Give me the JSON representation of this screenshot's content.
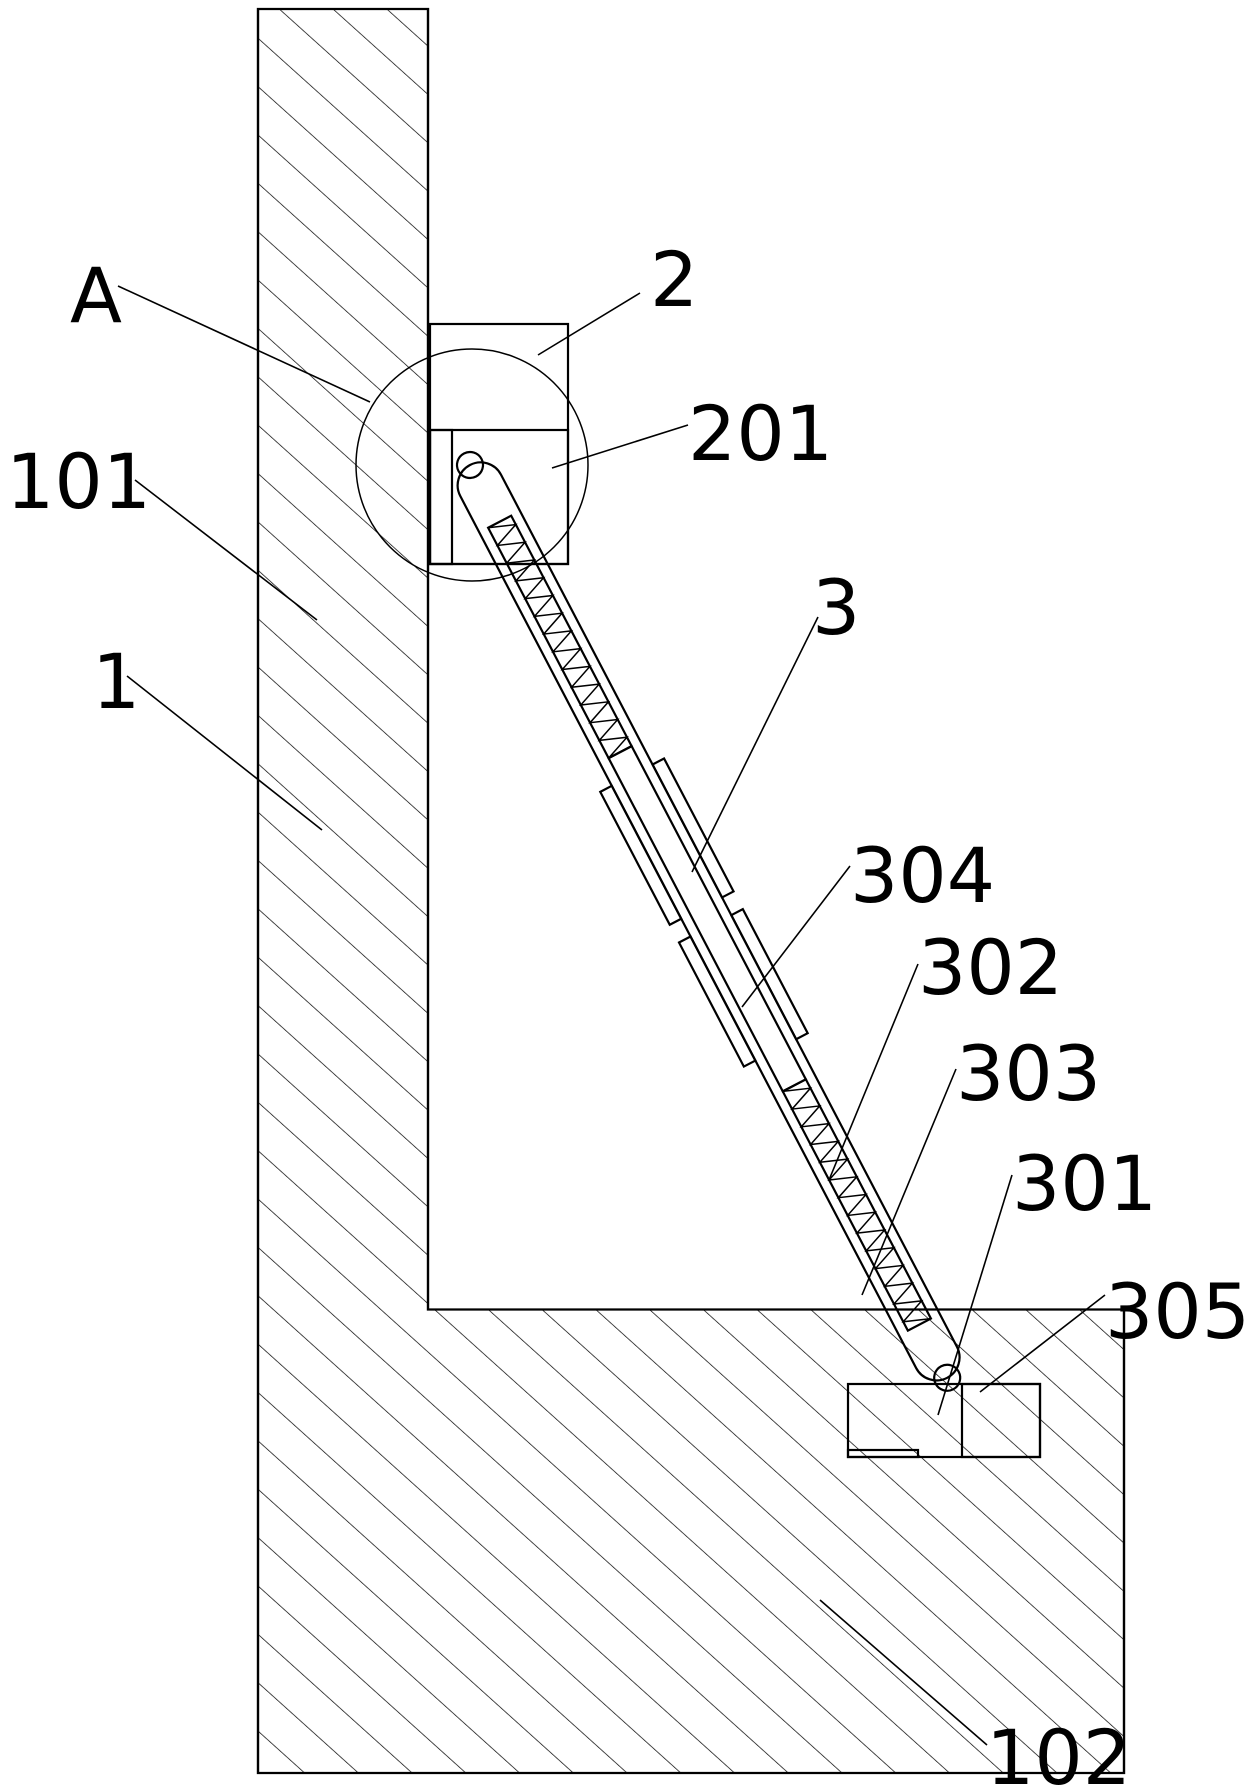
{
  "labels": {
    "A": "A",
    "n2": "2",
    "n201": "201",
    "n101": "101",
    "n1": "1",
    "n3": "3",
    "n304": "304",
    "n302": "302",
    "n303": "303",
    "n301": "301",
    "n305": "305",
    "n102": "102"
  }
}
